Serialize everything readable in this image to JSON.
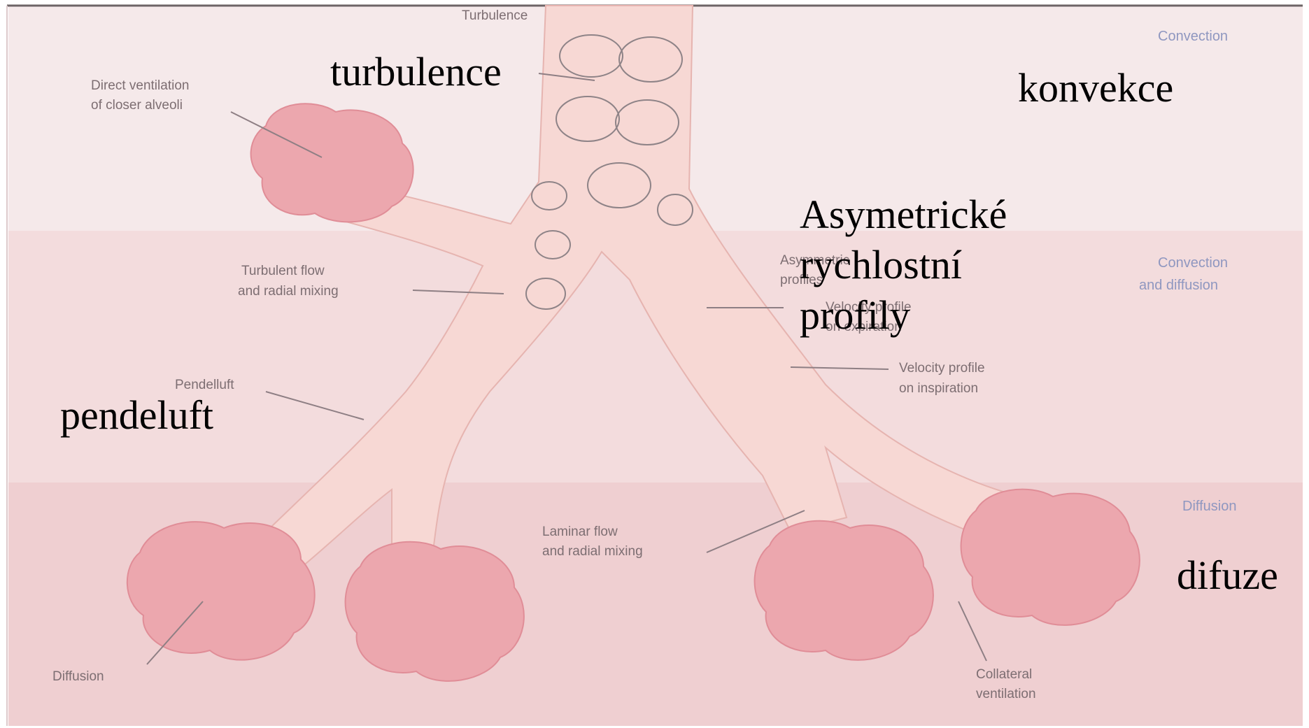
{
  "overlay_labels": {
    "turbulence": "turbulence",
    "convection": "konvekce",
    "asymmetric_profiles": [
      "Asymetrické",
      "rychlostní",
      "profily"
    ],
    "pendelluft": "pendeluft",
    "diffusion": "difuze"
  },
  "figure_labels": {
    "direct_ventilation": [
      "Direct ventilation",
      "of closer alveoli"
    ],
    "turbulence_small": "Turbulence",
    "turbulent_flow": [
      "Turbulent flow",
      "and radial mixing"
    ],
    "pendelluft_small": "Pendelluft",
    "asymmetric_small": [
      "Asymmetric",
      "profiles"
    ],
    "velocity_inspiration": [
      "Velocity profile",
      "on inspiration"
    ],
    "velocity_expiration": [
      "Velocity profile",
      "on expiration"
    ],
    "laminar_flow": [
      "Laminar flow",
      "and radial mixing"
    ],
    "diffusion_small": "Diffusion",
    "collateral": [
      "Collateral",
      "ventilation"
    ]
  },
  "zone_labels": {
    "convection": "Convection",
    "convection_diffusion": [
      "Convection",
      "and diffusion"
    ],
    "diffusion": "Diffusion"
  },
  "colors": {
    "zone_top": "#f5e9ea",
    "zone_middle": "#f2dcdd",
    "zone_bottom": "#efcfd1",
    "airway": "#f6d2cf",
    "alveoli": "#ea9ea7",
    "text": "#000000"
  }
}
